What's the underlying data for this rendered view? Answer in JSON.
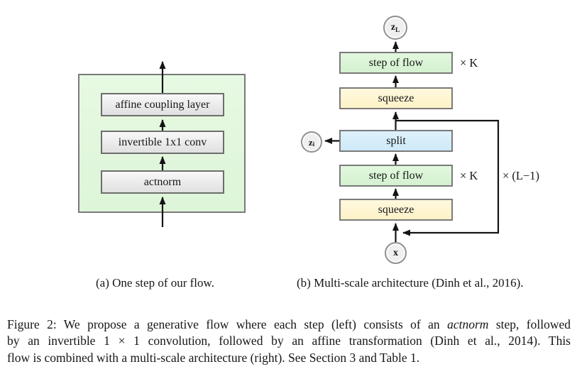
{
  "panel_a": {
    "caption": "(a) One step of our flow.",
    "boxes": {
      "affine": "affine coupling layer",
      "conv": "invertible 1x1 conv",
      "actnorm": "actnorm"
    }
  },
  "panel_b": {
    "caption": "(b) Multi-scale architecture (Dinh et al., 2016).",
    "boxes": {
      "step_top": "step of flow",
      "squeeze_top": "squeeze",
      "split": "split",
      "step_bottom": "step of flow",
      "squeeze_bottom": "squeeze"
    },
    "nodes": {
      "z_top_main": "z",
      "z_top_sub": "L",
      "z_side_main": "z",
      "z_side_sub": "i",
      "x": "x"
    },
    "multipliers": {
      "top": "× K",
      "bottom": "× K",
      "outer": "× (L−1)"
    }
  },
  "figure_caption": {
    "line1_pre": "Figure 2: We propose a generative flow where each step (left) consists of an ",
    "line1_italic": "actnorm",
    "line1_post": " step, followed",
    "line2": "by an invertible 1 × 1 convolution, followed by an affine transformation (Dinh et al., 2014). This",
    "line3": "flow is combined with a multi-scale architecture (right). See Section 3 and Table 1."
  },
  "colors": {
    "green_box": "#d4f1d0",
    "green_panel": "#e7f9e2",
    "yellow_box": "#fdf2c8",
    "blue_box": "#cfeaf8",
    "box_border": "#7a7a7a",
    "gray_box_top": "#f8f8f8",
    "gray_box_bottom": "#e0e0e0",
    "circle_fill": "#efefef",
    "circle_border": "#919191",
    "line_color": "#141414",
    "text_color": "#161616"
  }
}
